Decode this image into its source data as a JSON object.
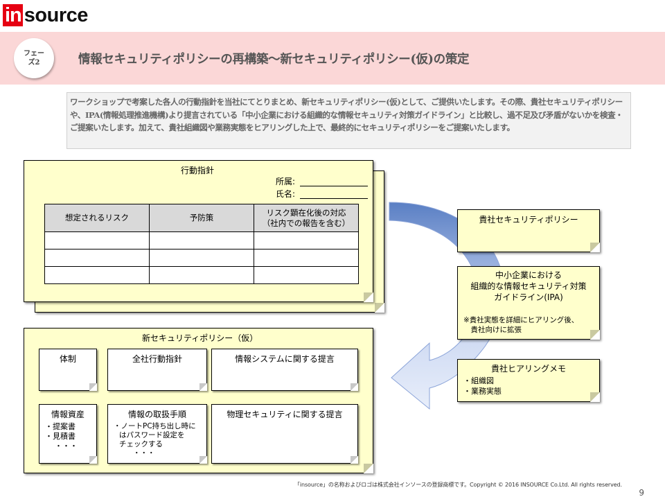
{
  "logo": {
    "in": "in",
    "rest": "source"
  },
  "header": {
    "phase": "フェー\nズ2",
    "title": "情報セキュリティポリシーの再構築～新セキュリティポリシー(仮)の策定"
  },
  "intro": "ワークショップで考案した各人の行動指針を当社にてとりまとめ、新セキュリティポリシー(仮)として、ご提供いたします。その際、貴社セキュリティポリシーや、IPA(情報処理推進機構)より提言されている「中小企業における組織的な情報セキュリティ対策ガイドライン」と比較し、過不足及び矛盾がないかを検査・ご提案いたします。加えて、貴社組織図や業務実態をヒアリングした上で、最終的にセキュリティポリシーをご提案いたします。",
  "action": {
    "title": "行動指針",
    "affiliation": "所属:",
    "name": "氏名:",
    "headers": [
      "想定されるリスク",
      "予防策",
      "リスク顕在化後の対応\n（社内での報告を含む）"
    ]
  },
  "policy": {
    "title": "新セキュリティポリシー（仮）",
    "boxes": {
      "structure": "体制",
      "company_action": "全社行動指針",
      "info_system": "情報システムに関する提言",
      "info_assets": "情報資産",
      "info_assets_items": [
        "・提案書",
        "・見積書",
        "・・・"
      ],
      "handling": "情報の取扱手順",
      "handling_items": [
        "・ノートPC持ち出し時に",
        "はパスワード設定を",
        "チェックする",
        "・・・"
      ],
      "physical": "物理セキュリティに関する提言"
    }
  },
  "side": {
    "sec_policy": "貴社セキュリティポリシー",
    "guideline_title": "中小企業における\n組織的な情報セキュリティ対策\nガイドライン(IPA)",
    "guideline_note": "※貴社実態を詳細にヒアリング後、\n　貴社向けに拡張",
    "memo_title": "貴社ヒアリングメモ",
    "memo_items": [
      "・組織図",
      "・業務実態"
    ]
  },
  "footer": "「insource」の名称およびロゴは株式会社インソースの登録商標です。Copyright © 2016 INSOURCE Co.Ltd. All rights reserved.",
  "page_number": "9",
  "colors": {
    "banner": "#fbd7d7",
    "note": "#ffffcc",
    "logo_red": "#e60012",
    "arrow": "#b8c8ea"
  }
}
